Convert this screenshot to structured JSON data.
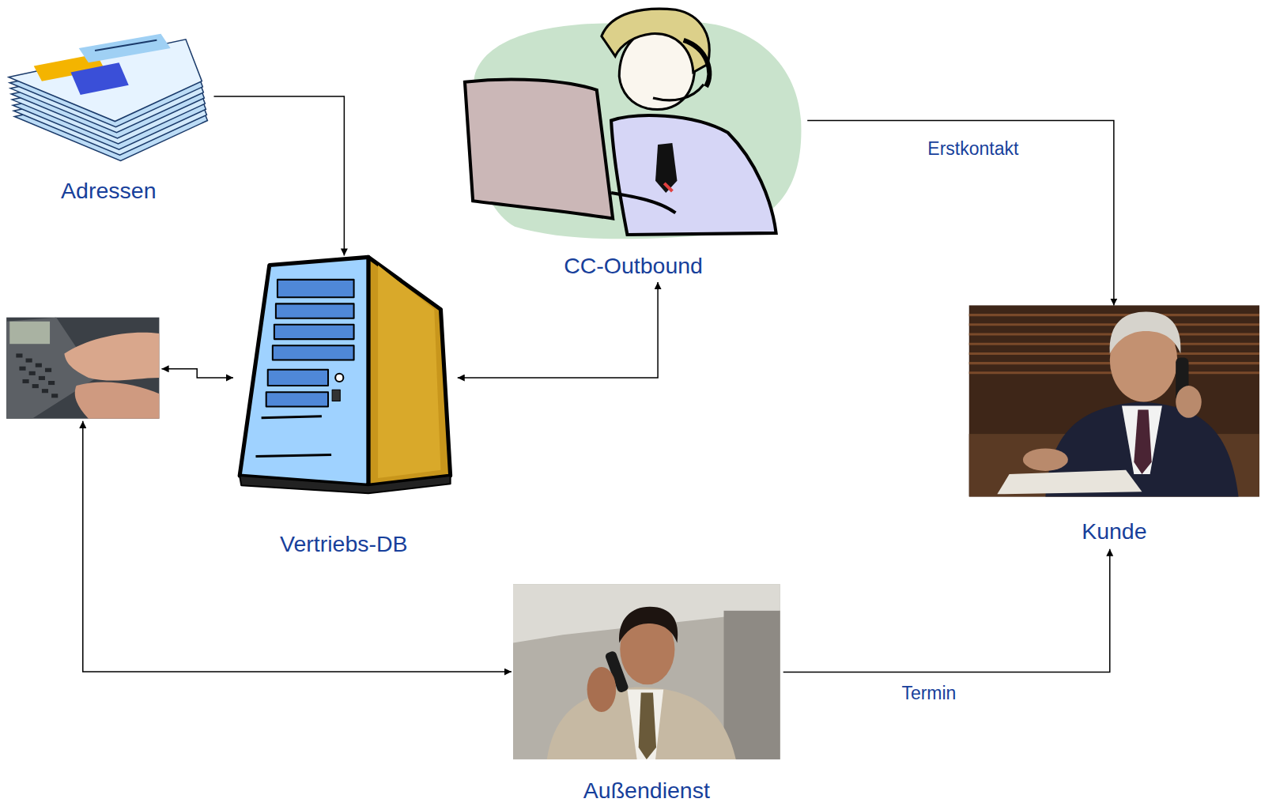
{
  "diagram": {
    "nodes": [
      {
        "text": [
          "Adressen"
        ]
      },
      {
        "text": [
          "CC-Outbound"
        ]
      },
      {
        "text": [
          "Vertriebs-DB"
        ]
      },
      {
        "text": [
          "Kunde"
        ]
      },
      {
        "text": [
          "Außendienst"
        ]
      }
    ],
    "edges": [
      {
        "from": 0,
        "to": 2,
        "arrow": "to"
      },
      {
        "from": 2,
        "to": 1,
        "arrow": "both"
      },
      {
        "from": 1,
        "to": 3,
        "label": "Erstkontakt",
        "arrow": "to"
      },
      {
        "from": 4,
        "to": 3,
        "label": "Termin",
        "arrow": "to"
      }
    ]
  }
}
